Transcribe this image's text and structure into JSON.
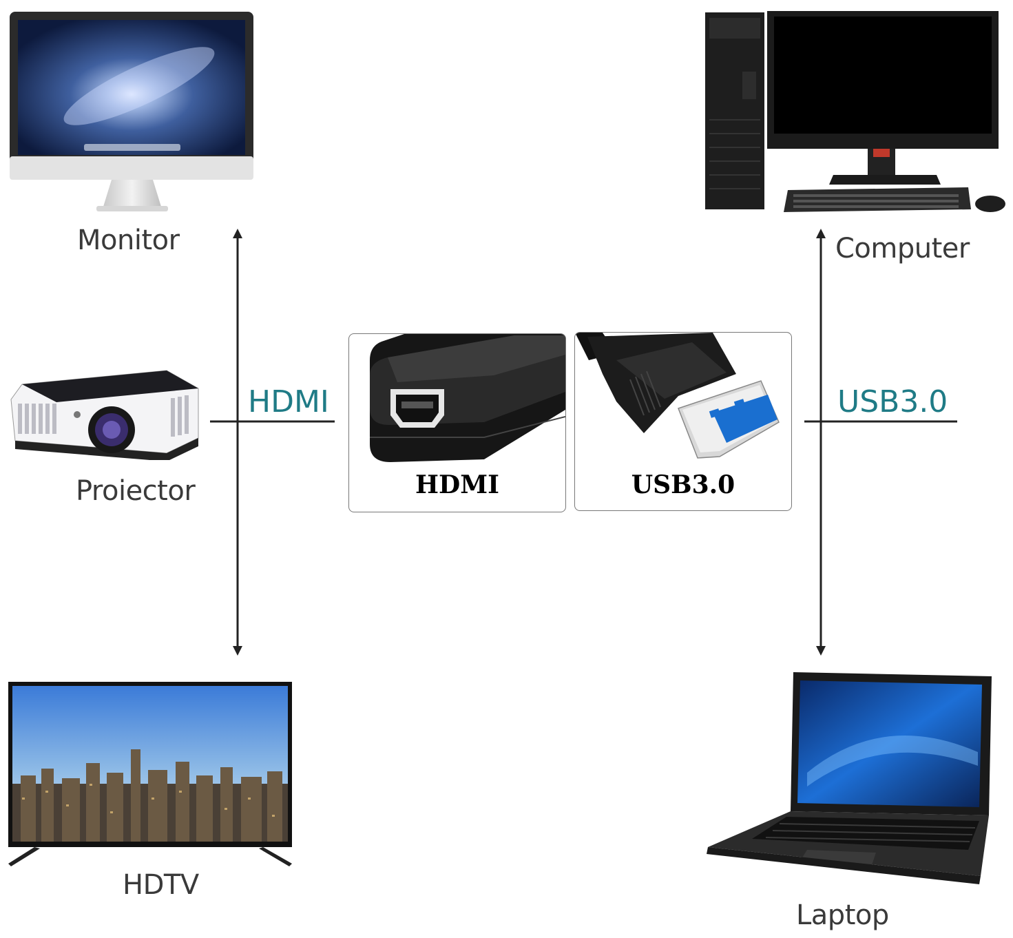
{
  "devices": {
    "monitor": "Monitor",
    "projector": "Proiector",
    "hdtv": "HDTV",
    "computer": "Computer",
    "laptop": "Laptop"
  },
  "interfaces": {
    "left": "HDMI",
    "right": "USB3.0"
  },
  "adapter": {
    "hdmi_label": "HDMI",
    "usb_label": "USB3.0"
  },
  "colors": {
    "interface_text": "#1f7b86",
    "device_text": "#3a3a3a",
    "usb_blue": "#1a6fd0"
  }
}
